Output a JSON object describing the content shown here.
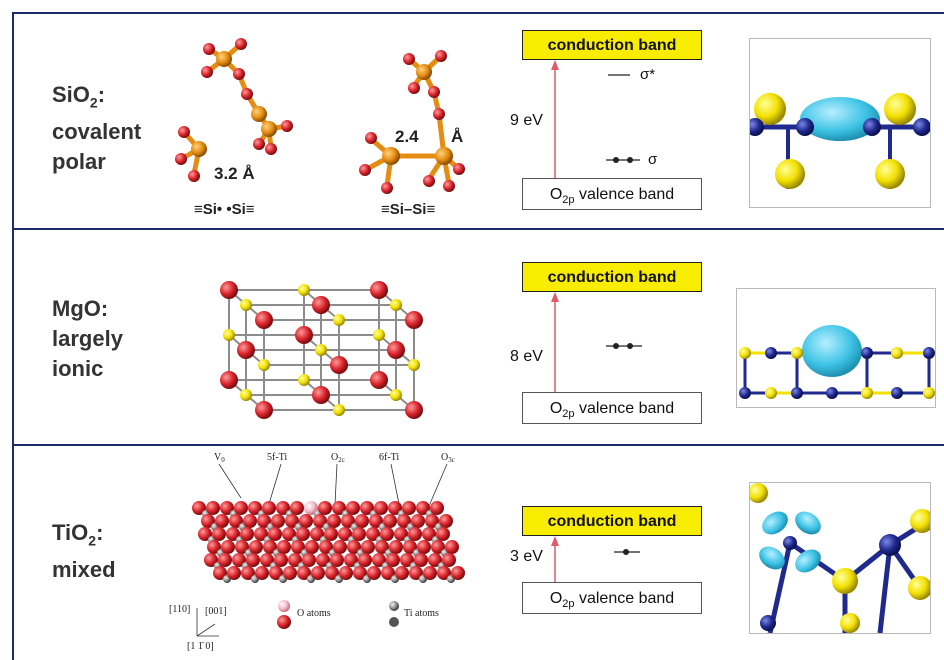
{
  "rows": [
    {
      "formula": "SiO",
      "formula_sub": "2",
      "formula_suffix": ":",
      "line2": "covalent",
      "line3": "polar",
      "left_distance": "3.2 Å",
      "right_distance": "2.4",
      "right_distance_unit": "Å",
      "left_formula": "≡Si• •Si≡",
      "right_formula": "≡Si–Si≡",
      "conduction_band": "conduction band",
      "valence_band_prefix": "O",
      "valence_band_sub": "2p",
      "valence_band_suffix": " valence band",
      "gap": "9 eV",
      "sigma_star": "σ*",
      "sigma": "σ"
    },
    {
      "line1": "MgO:",
      "line2": "largely",
      "line3": "ionic",
      "conduction_band": "conduction band",
      "valence_band_prefix": "O",
      "valence_band_sub": "2p",
      "valence_band_suffix": " valence band",
      "gap": "8 eV"
    },
    {
      "formula": "TiO",
      "formula_sub": "2",
      "formula_suffix": ":",
      "line2": "mixed",
      "conduction_band": "conduction band",
      "valence_band_prefix": "O",
      "valence_band_sub": "2p",
      "valence_band_suffix": " valence band",
      "gap": "3 eV",
      "labels": {
        "v0": "V",
        "v0_sub": "0",
        "ti5": "5f-Ti",
        "o2c": "O",
        "o2c_sub": "2c",
        "ti6": "6f-Ti",
        "o3c": "O",
        "o3c_sub": "3c"
      },
      "legend": {
        "o_atoms": "O atoms",
        "ti_atoms": "Ti atoms"
      },
      "axes": {
        "a110": "[110]",
        "a001": "[001]",
        "a1m10": "[1 1̄ 0]"
      }
    }
  ],
  "colors": {
    "frame": "#1e2b6d",
    "oxygen": "#d8232a",
    "silicon": "#e58c12",
    "mg": "#f3d900",
    "isosurface": "#3ec3e6",
    "conduction": "#f8ec00",
    "arrow": "#e05a6a",
    "navy_atom": "#1f2a8c"
  }
}
